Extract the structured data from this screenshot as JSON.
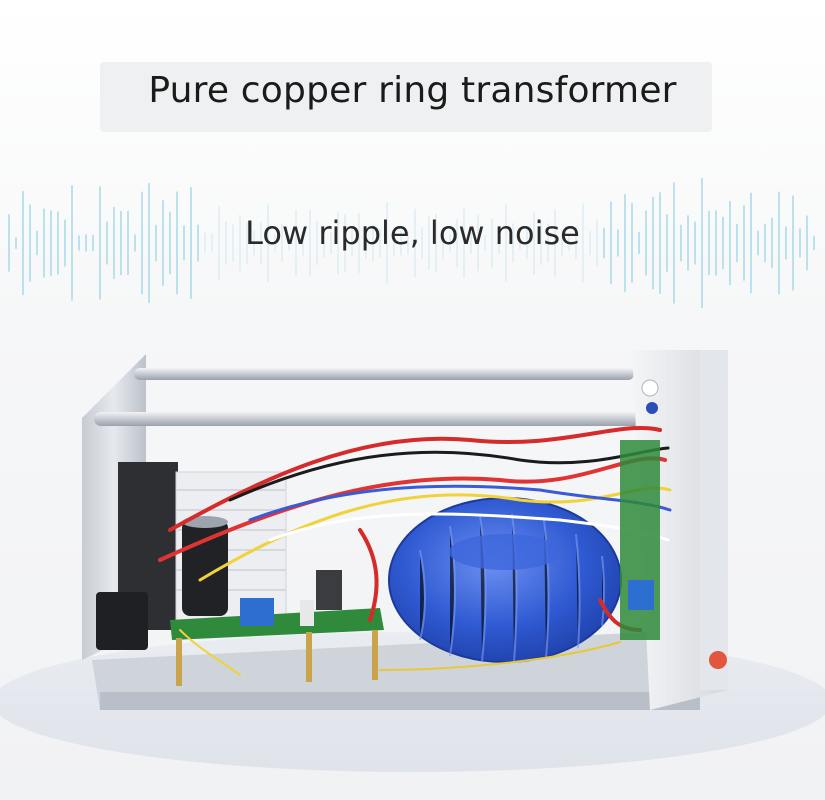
{
  "heading": {
    "title": "Pure copper ring transformer",
    "subtitle": "Low ripple, low noise"
  },
  "colors": {
    "wave": "#9fd3e6",
    "transformer": "#2d5fd4",
    "chassis": "#d7dbe0",
    "pcb": "#2f8a3b"
  },
  "icons": {
    "product": "power-supply-interior-photo"
  }
}
